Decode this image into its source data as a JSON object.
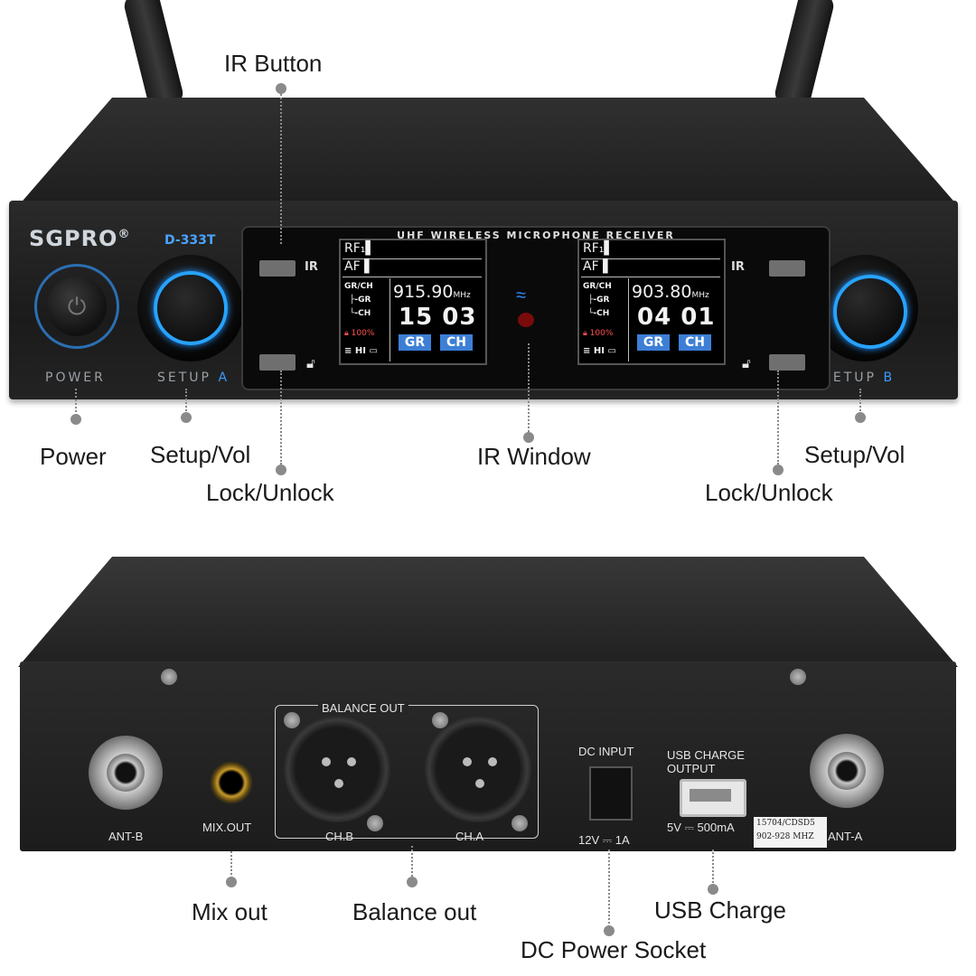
{
  "front_panel": {
    "brand": "SGPRO",
    "brand_mark": "®",
    "model": "D-333T",
    "display_title": "UHF WIRELESS MICROPHONE RECEIVER",
    "power_label": "POWER",
    "setup_a_prefix": "SETUP",
    "setup_a_letter": "A",
    "setup_b_prefix": "SETUP",
    "setup_b_letter": "B",
    "ir_label": "IR",
    "channel_a": {
      "rf": "RF₁▌",
      "af": "AF ▌",
      "menu_grch": "GR/CH",
      "menu_gr": "├-GR",
      "menu_ch": "└-CH",
      "frequency": "915.90",
      "unit": "MHz",
      "group": "15",
      "channel": "03",
      "gr_tag": "GR",
      "ch_tag": "CH",
      "battery": "100%",
      "power_mode": "HI"
    },
    "channel_b": {
      "rf": "RF₁▌",
      "af": "AF ▌",
      "menu_grch": "GR/CH",
      "menu_gr": "├-GR",
      "menu_ch": "└-CH",
      "frequency": "903.80",
      "unit": "MHz",
      "group": "04",
      "channel": "01",
      "gr_tag": "GR",
      "ch_tag": "CH",
      "battery": "100%",
      "power_mode": "HI"
    }
  },
  "rear_panel": {
    "ant_b": "ANT-B",
    "mix_out": "MIX.OUT",
    "balance_out": "BALANCE OUT",
    "ch_b": "CH.B",
    "ch_a": "CH.A",
    "dc_input": "DC INPUT",
    "dc_rating": "12V ⎓ 1A",
    "usb_charge_line1": "USB CHARGE",
    "usb_charge_line2": "OUTPUT",
    "usb_rating": "5V ⎓ 500mA",
    "sticker_line1": "15704/CDSD5",
    "sticker_line2": "902-928 MHZ",
    "ant_a": "ANT-A"
  },
  "callouts": {
    "ir_button": "IR Button",
    "power": "Power",
    "setup_vol_left": "Setup/Vol",
    "lock_unlock_left": "Lock/Unlock",
    "ir_window": "IR Window",
    "setup_vol_right": "Setup/Vol",
    "lock_unlock_right": "Lock/Unlock",
    "mix_out": "Mix out",
    "balance_out": "Balance out",
    "usb_charge": "USB Charge",
    "dc_power_socket": "DC Power Socket"
  },
  "icons": {
    "power": "power-icon",
    "lock": "unlock-icon",
    "ir_signal": "wifi-icon",
    "battery_lock": "lock-icon"
  },
  "colors": {
    "accent_blue": "#27a3ff",
    "lcd_tag_blue": "#3d7fd6",
    "ir_window_red": "#7a0b0b"
  }
}
